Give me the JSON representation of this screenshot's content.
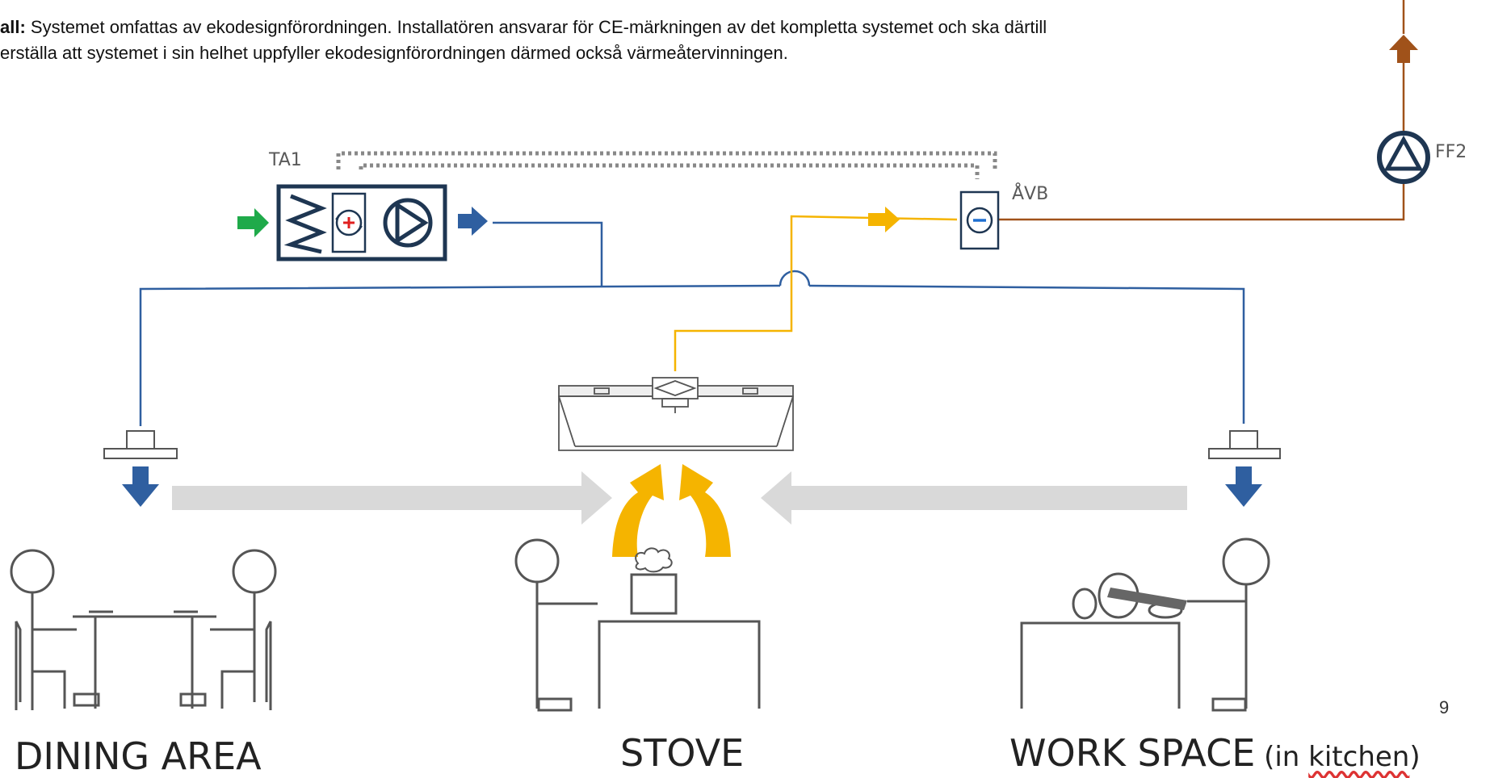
{
  "note": {
    "bold_prefix": "all:",
    "line1": " Systemet omfattas av ekodesignförordningen. Installatören ansvarar för CE-märkningen av det kompletta systemet och ska därtill",
    "line2": "erställa att systemet i sin helhet uppfyller ekodesignförordningen därmed också värmeåtervinningen."
  },
  "units": {
    "ta1": "TA1",
    "avb": "ÅVB",
    "ff2": "FF2"
  },
  "areas": {
    "dining": "DINING AREA",
    "stove": "STOVE",
    "work": "WORK SPACE",
    "work_sub_open": " (in ",
    "work_sub_word": "kitchen",
    "work_sub_close": ")"
  },
  "page_number": "9",
  "colors": {
    "supply_duct": "#2f5fa0",
    "extract_duct": "#f5b400",
    "exhaust_duct": "#a0521a",
    "fresh_air": "#1faa4a",
    "unit_frame": "#1e3652",
    "room_airflow": "#d9d9d9",
    "figure_lines": "#555555"
  },
  "icons": [
    "heating-coil-icon",
    "heat-recovery-plus-icon",
    "fan-icon",
    "heat-recovery-minus-icon",
    "exhaust-fan-icon",
    "cooker-hood-icon",
    "supply-diffuser-icon",
    "steam-cloud-icon"
  ]
}
